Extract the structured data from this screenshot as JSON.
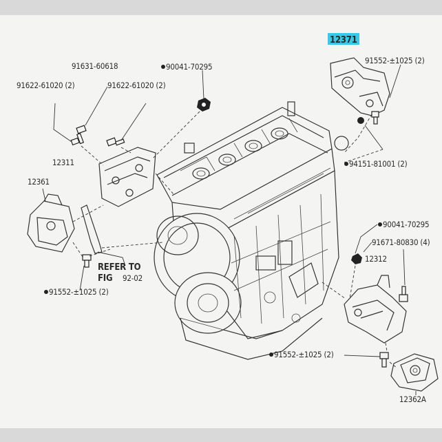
{
  "callouts": {
    "p12371": "12371",
    "p91552_top": "91552-±1025 (2)",
    "p94151": "94151-81001 (2)",
    "p91631": "91631-60618",
    "p90041_top": "90041-70295",
    "p91622_left": "91622-61020 (2)",
    "p91622_mid": "91622-61020 (2)",
    "p12311": "12311",
    "p12361": "12361",
    "refer_line1": "REFER TO",
    "refer_line2": "FIG",
    "refer_fig": "92-02",
    "p91552_left": "91552-±1025 (2)",
    "p90041_right": "90041-70295",
    "p91671": "91671-80830 (4)",
    "p12312": "12312",
    "p91552_bottom": "91552-±1025 (2)",
    "p12362A": "12362A"
  },
  "colors": {
    "highlight": "#38c8e8",
    "line": "#333333",
    "paper": "#f4f4f3",
    "border": "#d9d9d9"
  }
}
